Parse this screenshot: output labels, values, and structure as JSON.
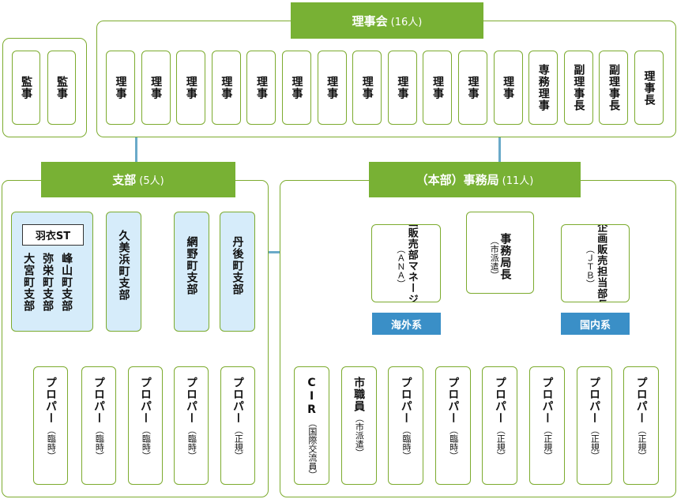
{
  "board": {
    "title": "理事会",
    "count": "(16人)"
  },
  "auditors": [
    "監事",
    "監事"
  ],
  "directors": [
    "理事",
    "理事",
    "理事",
    "理事",
    "理事",
    "理事",
    "理事",
    "理事",
    "理事",
    "理事",
    "理事",
    "理事",
    "専務理事",
    "副理事長",
    "副理事長",
    "理事長"
  ],
  "branch": {
    "title": "支部",
    "count": "(5人)",
    "st_label": "羽衣ST",
    "units": [
      {
        "name": "峰山町支部",
        "style": "blue"
      },
      {
        "name": "弥栄町支部",
        "style": "blue"
      },
      {
        "name": "大宮町支部",
        "style": "blue"
      },
      {
        "name": "久美浜町支部",
        "style": "blue"
      },
      {
        "name": "網野町支部",
        "style": "blue"
      },
      {
        "name": "丹後町支部",
        "style": "blue"
      }
    ],
    "staff": [
      {
        "title": "プロパー",
        "sub": "（臨時）"
      },
      {
        "title": "プロパー",
        "sub": "（臨時）"
      },
      {
        "title": "プロパー",
        "sub": "（臨時）"
      },
      {
        "title": "プロパー",
        "sub": "（臨時）"
      },
      {
        "title": "プロパー",
        "sub": "（正規）"
      }
    ]
  },
  "office": {
    "title": "（本部）事務局",
    "count": "(11人)",
    "manager_ana": {
      "title": "企画販売部マネージャー",
      "sub": "（ＡＮＡ）"
    },
    "director": {
      "title": "事務局長",
      "sub": "（市派遣）"
    },
    "manager_jtb": {
      "title": "企画販売担当部長",
      "sub": "（ＪＴＢ）"
    },
    "overseas": "海外系",
    "domestic": "国内系",
    "staff": [
      {
        "title": "CIR",
        "sub": "（国際交流員）"
      },
      {
        "title": "市職員",
        "sub": "（市派遣）"
      },
      {
        "title": "プロパー",
        "sub": "（臨時）"
      },
      {
        "title": "プロパー",
        "sub": "（臨時）"
      },
      {
        "title": "プロパー",
        "sub": "（正規）"
      },
      {
        "title": "プロパー",
        "sub": "（正規）"
      },
      {
        "title": "プロパー",
        "sub": "（正規）"
      },
      {
        "title": "プロパー",
        "sub": "（正規）"
      }
    ]
  }
}
